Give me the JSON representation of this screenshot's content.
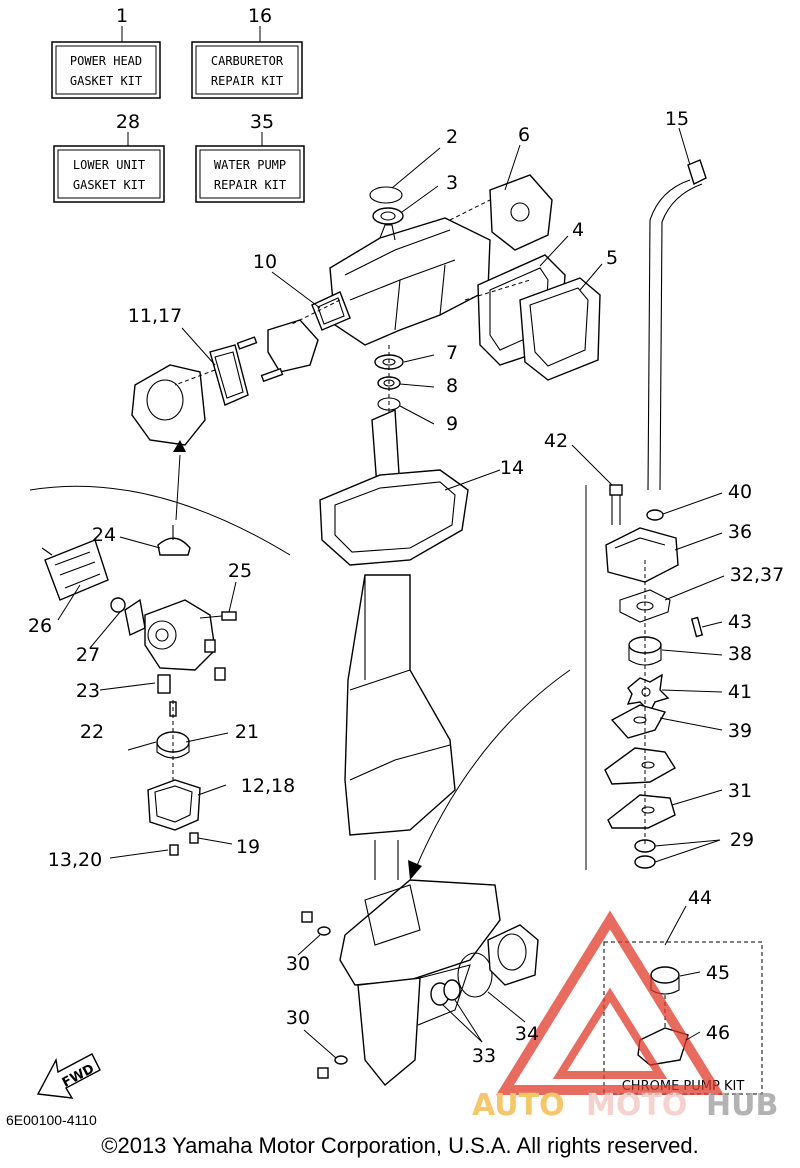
{
  "diagram": {
    "kits": [
      {
        "number": "1",
        "line1": "POWER HEAD",
        "line2": "GASKET KIT"
      },
      {
        "number": "16",
        "line1": "CARBURETOR",
        "line2": "REPAIR KIT"
      },
      {
        "number": "28",
        "line1": "LOWER UNIT",
        "line2": "GASKET KIT"
      },
      {
        "number": "35",
        "line1": "WATER PUMP",
        "line2": "REPAIR KIT"
      }
    ],
    "callouts": [
      "2",
      "3",
      "4",
      "5",
      "6",
      "7",
      "8",
      "9",
      "10",
      "11,17",
      "14",
      "15",
      "24",
      "25",
      "26",
      "27",
      "23",
      "22",
      "21",
      "12,18",
      "13,20",
      "19",
      "42",
      "40",
      "36",
      "32,37",
      "43",
      "38",
      "41",
      "39",
      "31",
      "29",
      "44",
      "45",
      "46",
      "30",
      "30",
      "33",
      "34"
    ],
    "chrome_kit_label": "CHROME PUMP KIT",
    "fwd_label": "FWD",
    "watermark": {
      "part1": "AUTO",
      "part2": "MOTO",
      "part3": "HUB"
    },
    "drawing_code": "6E00100-4110",
    "copyright": "©2013 Yamaha Motor Corporation, U.S.A. All rights reserved."
  }
}
